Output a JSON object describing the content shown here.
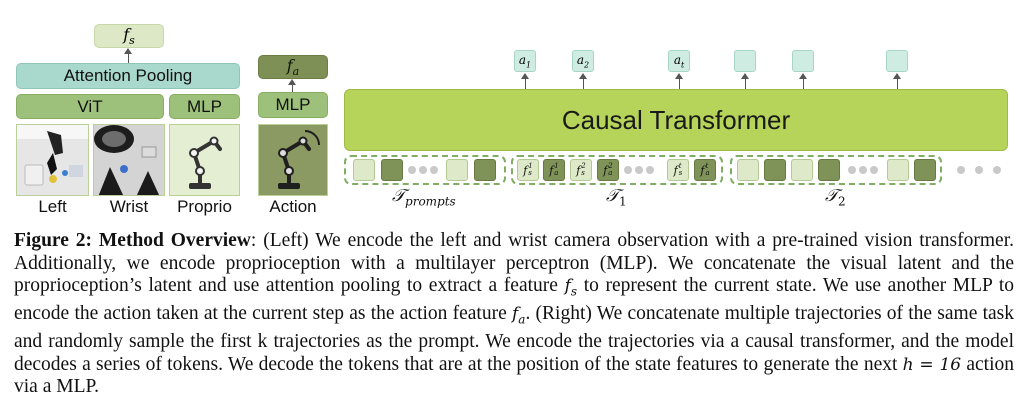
{
  "left_diagram": {
    "fs_label": "f",
    "fs_sub": "s",
    "attention_pooling": "Attention Pooling",
    "vit": "ViT",
    "mlp_proprio": "MLP",
    "fa_label": "f",
    "fa_sub": "a",
    "mlp_action": "MLP",
    "inputs": [
      "Left",
      "Wrist",
      "Proprio",
      "Action"
    ]
  },
  "right_diagram": {
    "transformer": "Causal Transformer",
    "outputs": [
      {
        "label": "a",
        "sub": "1"
      },
      {
        "label": "a",
        "sub": "2"
      },
      {
        "label": "a",
        "sub": "t"
      },
      {
        "label": "",
        "sub": ""
      },
      {
        "label": "",
        "sub": ""
      },
      {
        "label": "",
        "sub": ""
      }
    ],
    "traj1_tokens": [
      {
        "t": "f",
        "sup": "1",
        "sub": "s"
      },
      {
        "t": "f",
        "sup": "1",
        "sub": "a"
      },
      {
        "t": "f",
        "sup": "2",
        "sub": "s"
      },
      {
        "t": "f",
        "sup": "2",
        "sub": "a"
      },
      {
        "t": "f",
        "sup": "t",
        "sub": "s"
      },
      {
        "t": "f",
        "sup": "t",
        "sub": "a"
      }
    ],
    "group_labels": [
      {
        "main": "𝒯",
        "sub": "prompts"
      },
      {
        "main": "𝒯",
        "sub": "1"
      },
      {
        "main": "𝒯",
        "sub": "2"
      }
    ]
  },
  "caption": {
    "figure_label": "Figure 2: Method Overview",
    "p1": ": (Left) We encode the left and wrist camera observation with a pre-trained vision transformer. Additionally, we encode proprioception with a multilayer perceptron (MLP). We concatenate the visual latent and the proprioception’s latent and use attention pooling to extract a feature ",
    "fs": "f",
    "fs_sub": "s",
    "p2": " to represent the current state. We use another MLP to encode the action taken at the current step as the action feature ",
    "fa": "f",
    "fa_sub": "a",
    "p3": ". (Right) We concatenate multiple trajectories of the same task and randomly sample the first k trajectories as the prompt. We encode the trajectories via a causal transformer, and the model decodes a series of tokens. We decode the tokens that are at the position of the state features to generate the next ",
    "h_eq": "h = 16",
    "p4": " action via a MLP."
  },
  "colors": {
    "light_green": "#dce8c6",
    "mid_green": "#9dc07a",
    "teal": "#a9d8cc",
    "olive": "#7e9055",
    "transformer": "#b6d45a",
    "mint": "#cfece3"
  }
}
